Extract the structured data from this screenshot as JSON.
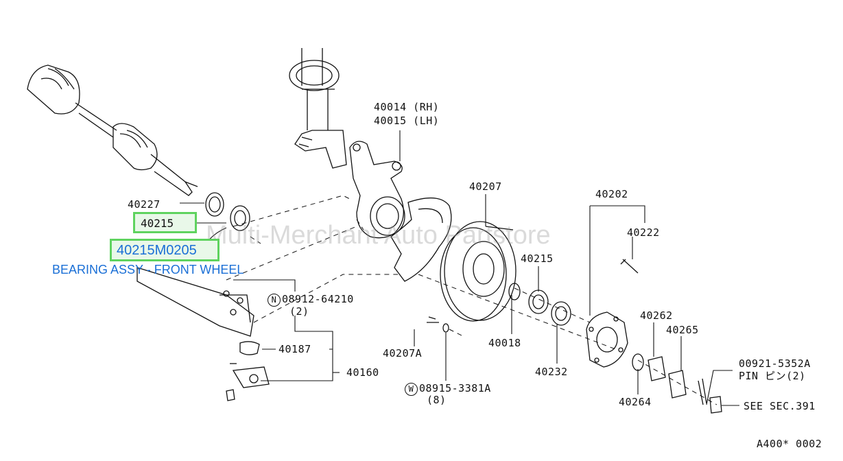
{
  "watermark": "Multi-Merchant Auto Partstore",
  "highlight": {
    "ref": "40215",
    "part_number": "40215M0205",
    "description": "BEARING ASSY - FRONT WHEEL"
  },
  "labels": {
    "l40014": "40014 (RH)",
    "l40015": "40015 (LH)",
    "l40207": "40207",
    "l40202": "40202",
    "l40222": "40222",
    "l40227": "40227",
    "l40215b": "40215",
    "l40018": "40018",
    "l40232": "40232",
    "l40262": "40262",
    "l40265": "40265",
    "l40264": "40264",
    "l40187": "40187",
    "l40160": "40160",
    "l40207a": "40207A",
    "n_mark": "N",
    "n_part": "08912-64210",
    "n_qty": "(2)",
    "w_mark": "W",
    "w_part": "08915-3381A",
    "w_qty": "(8)",
    "pin_part": "00921-5352A",
    "pin_text": "PIN ピン(2)",
    "see_sec": "SEE SEC.391",
    "code": "A400* 0002"
  }
}
